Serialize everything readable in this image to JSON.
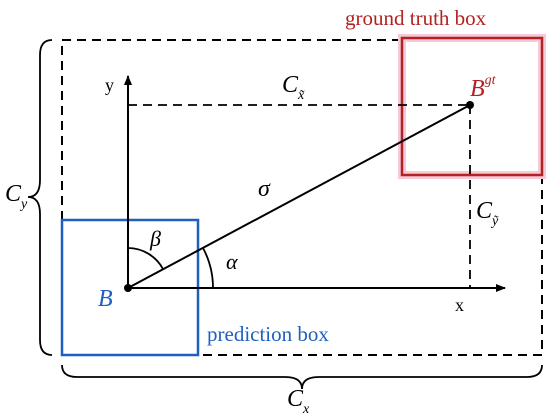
{
  "labels": {
    "ground_truth": "ground truth box",
    "prediction": "prediction box",
    "point_b": "B",
    "point_bgt_base": "B",
    "point_bgt_sup": "gt",
    "axis_x": "x",
    "axis_y": "y",
    "sigma": "σ",
    "alpha": "α",
    "beta": "β",
    "c_x_tilde_base": "C",
    "c_x_tilde_sub": "x̃",
    "c_y_tilde_base": "C",
    "c_y_tilde_sub": "ỹ",
    "c_x_base": "C",
    "c_x_sub": "x",
    "c_y_base": "C",
    "c_y_sub": "y"
  },
  "colors": {
    "ground_truth": "#b22222",
    "ground_truth_fill": "#f7c8d8",
    "prediction": "#1e5fbf",
    "line": "#000000"
  }
}
